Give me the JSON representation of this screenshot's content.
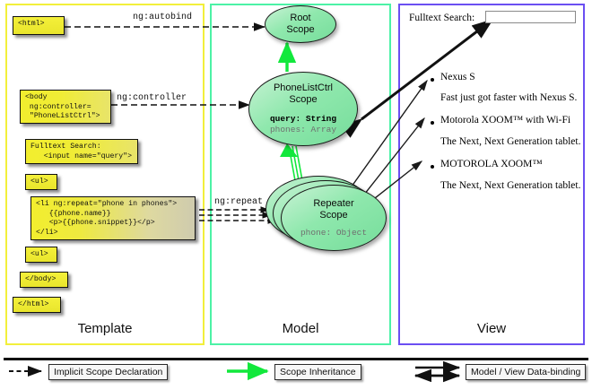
{
  "panels": [
    {
      "id": "template",
      "label": "Template",
      "border_color": "#f2ef3b"
    },
    {
      "id": "model",
      "label": "Model",
      "border_color": "#4cf2a6"
    },
    {
      "id": "view",
      "label": "View",
      "border_color": "#6b4ff2"
    }
  ],
  "template": {
    "boxes": [
      {
        "name": "html-open-box",
        "text": "<html>"
      },
      {
        "name": "body-open-box",
        "text": "<body\n ng:controller=\n \"PhoneListCtrl\">"
      },
      {
        "name": "fulltext-search-box",
        "text": "Fulltext Search:\n   <input name=\"query\">"
      },
      {
        "name": "ul-open-box",
        "text": "<ul>"
      },
      {
        "name": "li-repeat-box",
        "text": "<li ng:repeat=\"phone in phones\">\n   {{phone.name}}\n   <p>{{phone.snippet}}</p>\n</li>"
      },
      {
        "name": "ul-close-box",
        "text": "<ul>"
      },
      {
        "name": "body-close-box",
        "text": "</body>"
      },
      {
        "name": "html-close-box",
        "text": "</html>"
      }
    ]
  },
  "connectors": {
    "autobind_label": "ng:autobind",
    "controller_label": "ng:controller",
    "repeat_label": "ng:repeat"
  },
  "model": {
    "root_scope": {
      "title_line1": "Root",
      "title_line2": "Scope"
    },
    "phonelist_scope": {
      "title_line1": "PhoneListCtrl",
      "title_line2": "Scope",
      "prop1": "query: String",
      "prop2": "phones: Array"
    },
    "repeater_scope": {
      "title_line1": "Repeater",
      "title_line2": "Scope",
      "prop1": "phone: Object"
    }
  },
  "view": {
    "search_label": "Fulltext Search:",
    "search_value": "",
    "search_placeholder": "",
    "items": [
      {
        "name": "Nexus S",
        "snippet": "Fast just got faster with Nexus S."
      },
      {
        "name": "Motorola XOOM™  with Wi-Fi",
        "snippet": "The Next, Next Generation tablet."
      },
      {
        "name": "MOTOROLA XOOM™",
        "snippet": "The Next, Next Generation tablet."
      }
    ]
  },
  "legend": [
    {
      "name": "implicit-scope-declaration",
      "label": "Implicit Scope Declaration",
      "style": "dashed-black"
    },
    {
      "name": "scope-inheritance",
      "label": "Scope Inheritance",
      "style": "solid-green"
    },
    {
      "name": "model-view-data-binding",
      "label": "Model / View Data-binding",
      "style": "double-black"
    }
  ],
  "colors": {
    "template_border": "#f2ef3b",
    "model_border": "#4cf2a6",
    "view_border": "#6b4ff2",
    "code_box_yellow": "#f2ee2e",
    "scope_green": "#8fe8ad",
    "inheritance_green": "#12e83c",
    "line_black": "#111111"
  }
}
